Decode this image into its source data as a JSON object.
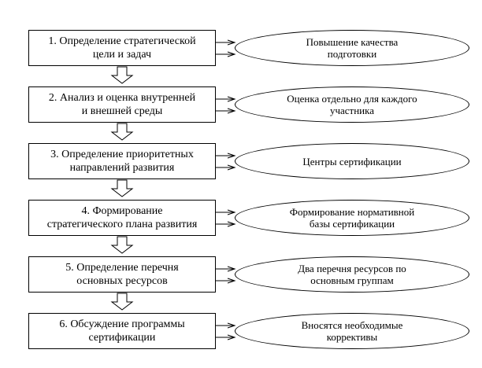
{
  "steps": [
    {
      "label": "1. Определение стратегической\nцели и задач",
      "result": "Повышение качества\nподготовки"
    },
    {
      "label": "2. Анализ и оценка внутренней\nи внешней среды",
      "result": "Оценка отдельно для каждого\nучастника"
    },
    {
      "label": "3. Определение приоритетных\nнаправлений развития",
      "result": "Центры сертификации"
    },
    {
      "label": "4. Формирование\nстратегического плана развития",
      "result": "Формирование нормативной\nбазы сертификации"
    },
    {
      "label": "5. Определение перечня\nосновных ресурсов",
      "result": "Два перечня ресурсов по\nосновным группам"
    },
    {
      "label": "6. Обсуждение программы\nсертификации",
      "result": "Вносятся необходимые\nкоррективы"
    }
  ]
}
